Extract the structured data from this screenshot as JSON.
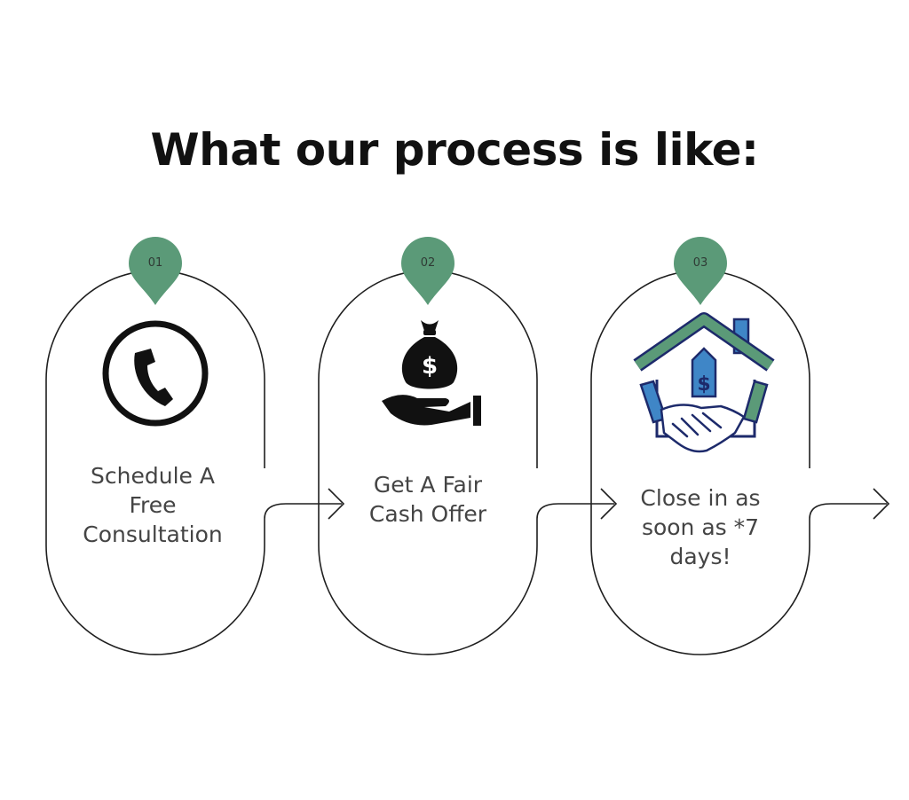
{
  "title": "What our process is like:",
  "accent_color": "#5b9a78",
  "steps": [
    {
      "number": "01",
      "label_lines": [
        "Schedule A",
        "Free",
        "Consultation"
      ],
      "icon": "phone-icon"
    },
    {
      "number": "02",
      "label_lines": [
        "Get A Fair",
        "Cash Offer"
      ],
      "icon": "money-bag-hand-icon"
    },
    {
      "number": "03",
      "label_lines": [
        "Close in as",
        "soon as *7",
        "days!"
      ],
      "icon": "house-handshake-icon"
    }
  ]
}
